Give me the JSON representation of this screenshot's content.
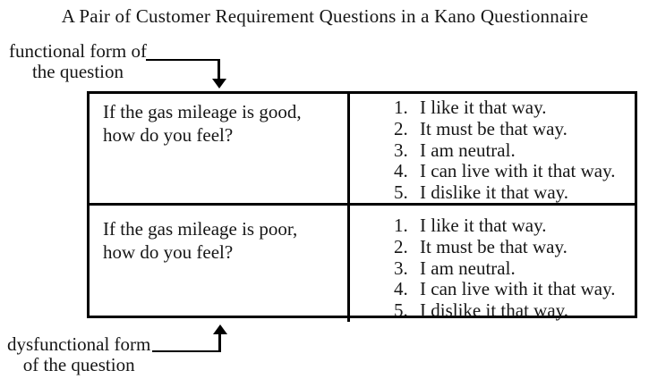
{
  "title": "A Pair of Customer Requirement Questions in a Kano Questionnaire",
  "labels": {
    "functional": {
      "line1": "functional form of",
      "line2": "the question"
    },
    "dysfunctional": {
      "line1": "dysfunctional form",
      "line2": "of the question"
    }
  },
  "table": {
    "rows": [
      {
        "question_lines": [
          "If the gas mileage is good,",
          "how do you feel?"
        ],
        "options": [
          {
            "num": "1.",
            "label": "I like it that way."
          },
          {
            "num": "2.",
            "label": "It must be that way."
          },
          {
            "num": "3.",
            "label": "I am neutral."
          },
          {
            "num": "4.",
            "label": "I can live with it that way."
          },
          {
            "num": "5.",
            "label": "I dislike it that way."
          }
        ]
      },
      {
        "question_lines": [
          "If the gas mileage is poor,",
          "how do you feel?"
        ],
        "options": [
          {
            "num": "1.",
            "label": "I like it that way."
          },
          {
            "num": "2.",
            "label": "It must be that way."
          },
          {
            "num": "3.",
            "label": "I am neutral."
          },
          {
            "num": "4.",
            "label": "I can live with it that way."
          },
          {
            "num": "5.",
            "label": "I dislike it that way."
          }
        ]
      }
    ]
  },
  "colors": {
    "background": "#ffffff",
    "text": "#161616",
    "line": "#000000"
  }
}
